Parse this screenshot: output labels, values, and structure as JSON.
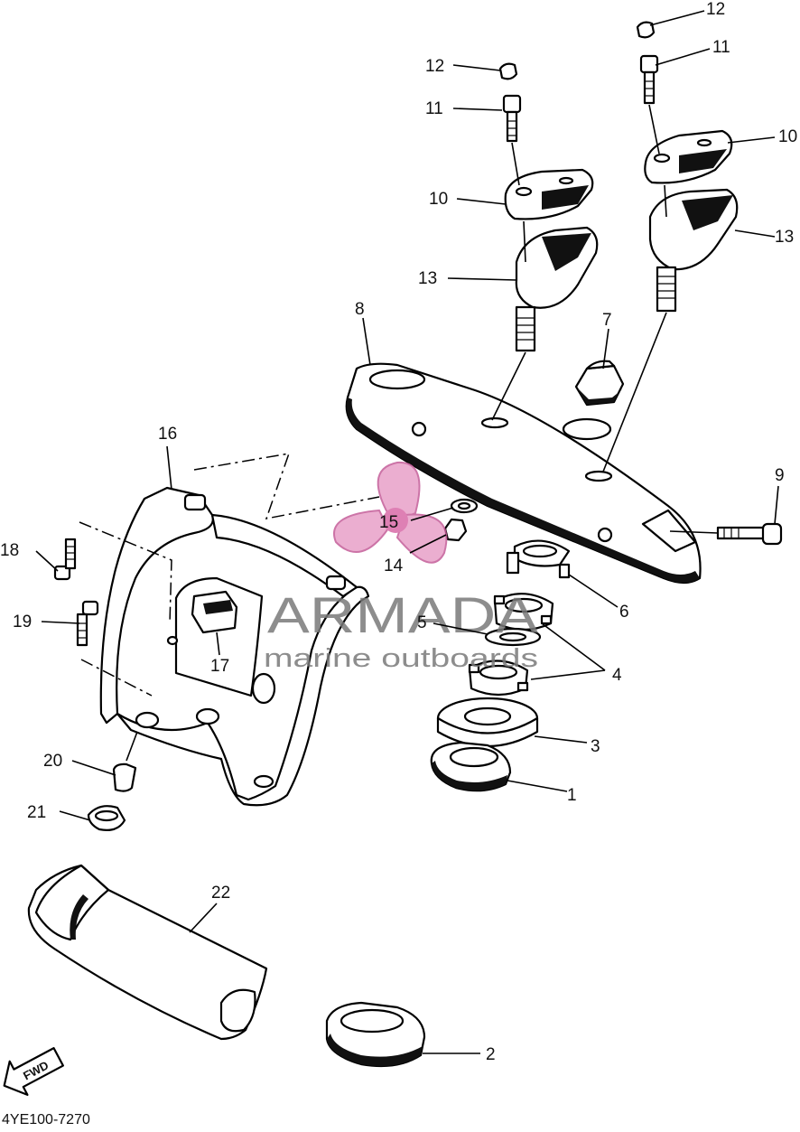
{
  "diagram_code": "4YE100-7270",
  "fwd_label": "FWD",
  "watermark": {
    "brand": "ARMADA",
    "tagline": "marine outboards",
    "accent": "#e8a0c8"
  },
  "callouts": [
    "1",
    "2",
    "3",
    "4",
    "5",
    "6",
    "7",
    "8",
    "9",
    "10",
    "10",
    "11",
    "11",
    "12",
    "12",
    "13",
    "13",
    "14",
    "15",
    "16",
    "17",
    "18",
    "19",
    "20",
    "21",
    "22"
  ]
}
